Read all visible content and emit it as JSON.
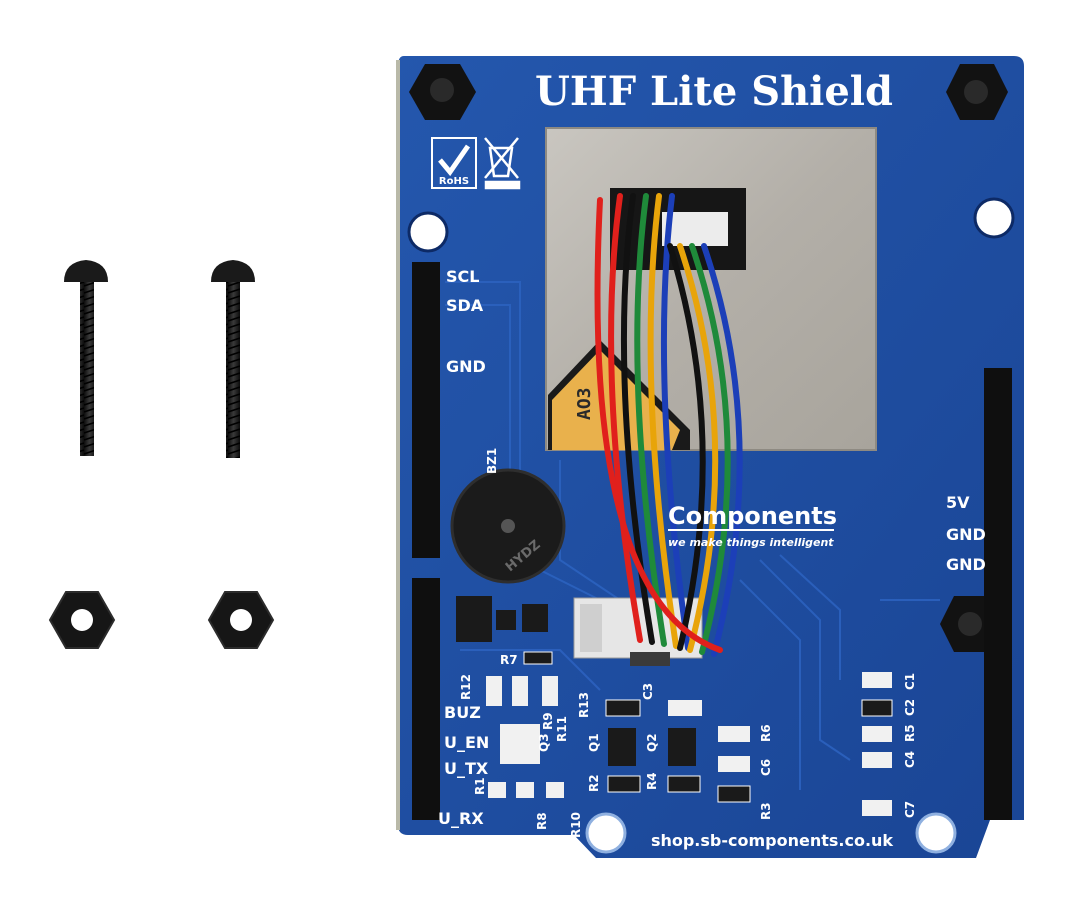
{
  "board": {
    "title": "UHF Lite Shield",
    "website": "shop.sb-components.co.uk",
    "logo_text": "Components",
    "logo_tagline": "we make things intelligent",
    "rohs_label": "RoHS",
    "module_marking": "AO3",
    "left_header_labels": [
      "SCL",
      "SDA",
      "GND"
    ],
    "right_header_labels": [
      "5V",
      "GND",
      "GND"
    ],
    "control_labels": [
      "BUZ",
      "U_EN",
      "U_TX",
      "U_RX"
    ],
    "buzzer_ref": "BZ1",
    "buzzer_marking": "HYDZ",
    "components": [
      "R12",
      "R9",
      "R11",
      "R7",
      "R13",
      "C3",
      "Q1",
      "Q2",
      "R2",
      "R4",
      "R6",
      "C6",
      "R3",
      "R1",
      "R8",
      "R10",
      "C1",
      "C2",
      "R5",
      "C4",
      "C7",
      "Q3"
    ]
  },
  "accessories": {
    "screws": 2,
    "nuts": 2
  },
  "colors": {
    "pcb": "#1f4fa3",
    "shield_module": "#b9b5ae",
    "hardware": "#151515",
    "wire_colors": [
      "#e0201c",
      "#111111",
      "#1f8a3a",
      "#e8a40a",
      "#1c3fb8"
    ]
  }
}
